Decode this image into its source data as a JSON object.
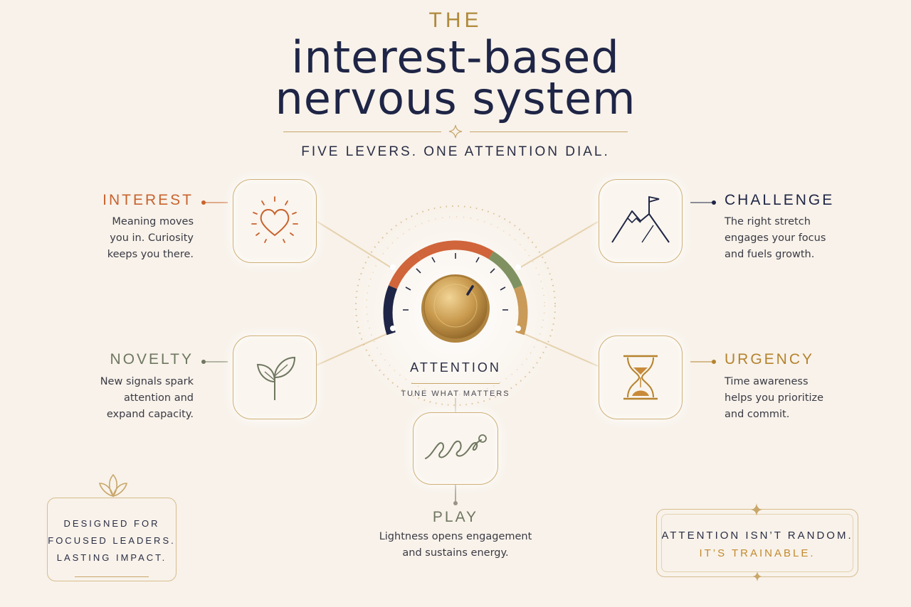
{
  "header": {
    "kicker": "THE",
    "title_line1": "interest-based",
    "title_line2": "nervous system",
    "subtitle": "FIVE LEVERS. ONE ATTENTION DIAL."
  },
  "dial": {
    "label": "ATTENTION",
    "sublabel": "TUNE WHAT MATTERS"
  },
  "levers": {
    "interest": {
      "title": "INTEREST",
      "lines": [
        "Meaning moves",
        "you in. Curiosity",
        "keeps you there."
      ],
      "icon": "heart-icon",
      "color": "#c8632e"
    },
    "novelty": {
      "title": "NOVELTY",
      "lines": [
        "New signals spark",
        "attention and",
        "expand capacity."
      ],
      "icon": "sprout-icon",
      "color": "#6f7760"
    },
    "challenge": {
      "title": "CHALLENGE",
      "lines": [
        "The right stretch",
        "engages your focus",
        "and fuels growth."
      ],
      "icon": "mountain-flag-icon",
      "color": "#1f2546"
    },
    "urgency": {
      "title": "URGENCY",
      "lines": [
        "Time awareness",
        "helps you prioritize",
        "and commit."
      ],
      "icon": "hourglass-icon",
      "color": "#b5832e"
    },
    "play": {
      "title": "PLAY",
      "lines": [
        "Lightness opens engagement",
        "and sustains energy."
      ],
      "icon": "squiggle-icon",
      "color": "#6f7760"
    }
  },
  "footer_left": {
    "lines": [
      "DESIGNED FOR",
      "FOCUSED LEADERS.",
      "LASTING IMPACT."
    ],
    "icon": "lotus-icon"
  },
  "footer_right": {
    "line1": "ATTENTION ISN’T RANDOM.",
    "line2": "IT’S TRAINABLE."
  },
  "colors": {
    "navy": "#1f2546",
    "gold": "#c9a76a",
    "rust": "#c8632e",
    "sage": "#6f8a60",
    "bg": "#f8f2ea"
  }
}
